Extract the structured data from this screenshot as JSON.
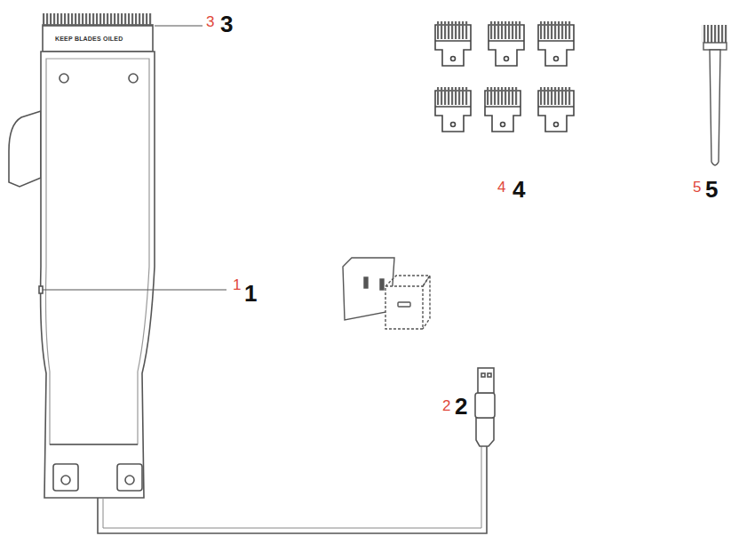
{
  "diagram": {
    "labels": [
      "3",
      "3",
      "KEEP BLADES OILED",
      "4",
      "4",
      "5",
      "5",
      "1",
      "1",
      "2",
      "2"
    ]
  }
}
